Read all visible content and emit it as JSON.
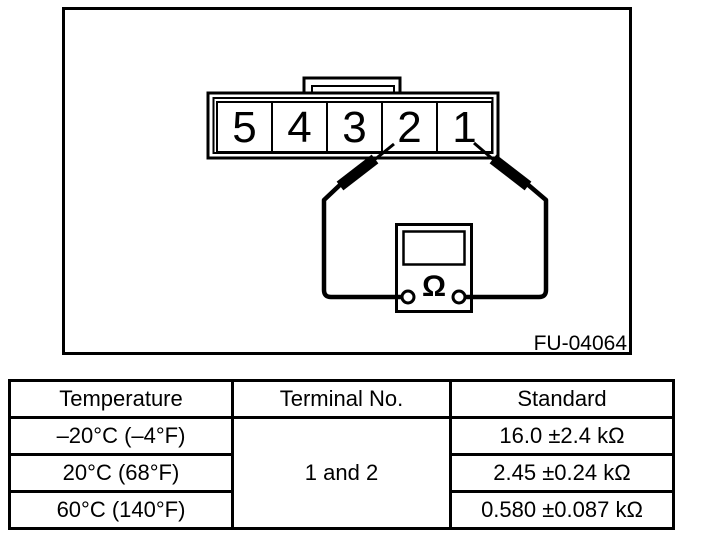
{
  "diagram": {
    "figure_id": "FU-04064",
    "connector": {
      "pins": [
        "5",
        "4",
        "3",
        "2",
        "1"
      ]
    },
    "meter": {
      "omega_symbol": "Ω"
    }
  },
  "table": {
    "columns": [
      "Temperature",
      "Terminal No.",
      "Standard"
    ],
    "terminal_no": "1 and 2",
    "rows": [
      {
        "temperature": "–20°C (–4°F)",
        "standard": "16.0 ±2.4 kΩ"
      },
      {
        "temperature": "20°C (68°F)",
        "standard": "2.45 ±0.24 kΩ"
      },
      {
        "temperature": "60°C (140°F)",
        "standard": "0.580 ±0.087 kΩ"
      }
    ]
  },
  "colors": {
    "ink": "#000000",
    "paper": "#ffffff"
  }
}
